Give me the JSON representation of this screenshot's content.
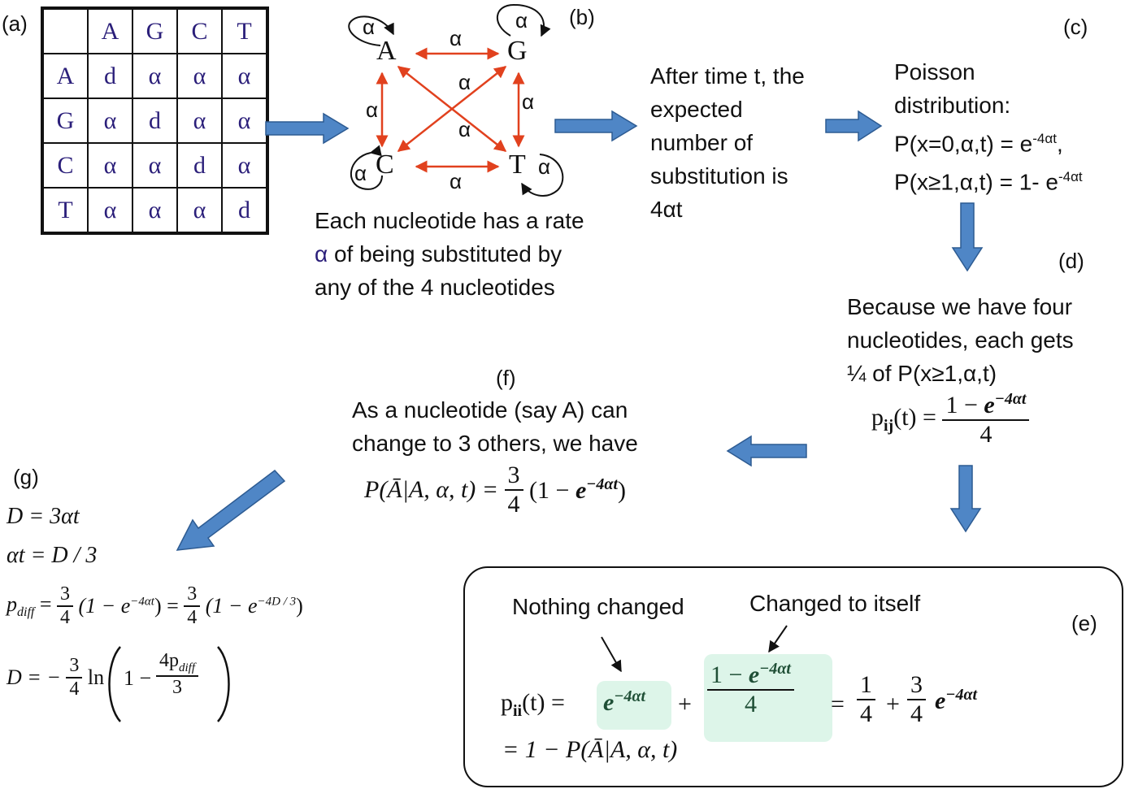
{
  "panel_labels": {
    "a": "(a)",
    "b": "(b)",
    "c": "(c)",
    "d": "(d)",
    "e": "(e)",
    "f": "(f)",
    "g": "(g)"
  },
  "matrix": {
    "headers": [
      "A",
      "G",
      "C",
      "T"
    ],
    "rows": [
      {
        "label": "A",
        "cells": [
          "d",
          "α",
          "α",
          "α"
        ]
      },
      {
        "label": "G",
        "cells": [
          "α",
          "d",
          "α",
          "α"
        ]
      },
      {
        "label": "C",
        "cells": [
          "α",
          "α",
          "d",
          "α"
        ]
      },
      {
        "label": "T",
        "cells": [
          "α",
          "α",
          "α",
          "d"
        ]
      }
    ]
  },
  "diagram_b": {
    "nodes": {
      "A": "A",
      "G": "G",
      "C": "C",
      "T": "T"
    },
    "rate": "α",
    "caption_line1": "Each nucleotide has a rate",
    "caption_alpha": "α",
    "caption_line2_rest": " of being substituted by",
    "caption_line3": "any of the 4 nucleotides"
  },
  "text_expected": [
    "After time t, the",
    "expected",
    "number of",
    "substitution is",
    "4αt"
  ],
  "poisson": {
    "line1": "Poisson",
    "line2": "distribution:",
    "p0_lhs": "P(x=0,α,t) = e",
    "p0_exp": "-4αt",
    "p0_tail": ",",
    "p1_lhs": "P(x≥1,α,t) = 1- e",
    "p1_exp": "-4αt"
  },
  "panel_d": {
    "lines": [
      "Because we have four",
      "nucleotides, each gets",
      "¼ of P(x≥1,α,t)"
    ],
    "lhs": "p",
    "lhs_sub": "ij",
    "lhs_arg": "(t) =",
    "num_a": "1 − ",
    "num_e": "e",
    "num_exp": "−4αt",
    "den": "4"
  },
  "panel_f": {
    "lines": [
      "As a nucleotide (say A) can",
      "change to 3 others, we have"
    ],
    "lhs": "P(Ā|A, α, t) =",
    "coef_num": "3",
    "coef_den": "4",
    "paren_open": "(1 − ",
    "e": "e",
    "exp": "−4αt",
    "paren_close": ")"
  },
  "panel_g": {
    "eq1": "D = 3αt",
    "eq2": "αt = D / 3",
    "eq3_lhs": "p",
    "eq3_sub": "diff",
    "eq3_eq": "=",
    "frac_num": "3",
    "frac_den": "4",
    "eq3_mid1": "(1 − e",
    "eq3_exp1": "−4αt",
    "eq3_close1": ") =",
    "eq3_mid2": "(1 − e",
    "eq3_exp2": "−4D / 3",
    "eq3_close2": ")",
    "eq4_lhs": "D = −",
    "eq4_ln": "ln",
    "eq4_one": "1 −",
    "eq4_num": "4p",
    "eq4_num_sub": "diff",
    "eq4_den": "3"
  },
  "panel_e": {
    "label_nothing": "Nothing changed",
    "label_itself": "Changed to itself",
    "lhs": "p",
    "lhs_sub": "ii",
    "lhs_arg": "(t) =",
    "term1_e": "e",
    "term1_exp": "−4αt",
    "plus": "+",
    "frac_num_a": "1 − ",
    "frac_num_e": "e",
    "frac_num_exp": "−4αt",
    "frac_den": "4",
    "eq": "=",
    "q_num": "1",
    "q_den": "4",
    "plus2": "+",
    "tq_num": "3",
    "tq_den": "4",
    "tail_e": "e",
    "tail_exp": "−4αt",
    "line2": "= 1 − P(Ā|A, α, t)"
  },
  "colors": {
    "arrow_blue": "#4f86c6",
    "arrow_red": "#e1411e",
    "highlight": "#ddf5e9",
    "purple": "#2b1f7a"
  }
}
